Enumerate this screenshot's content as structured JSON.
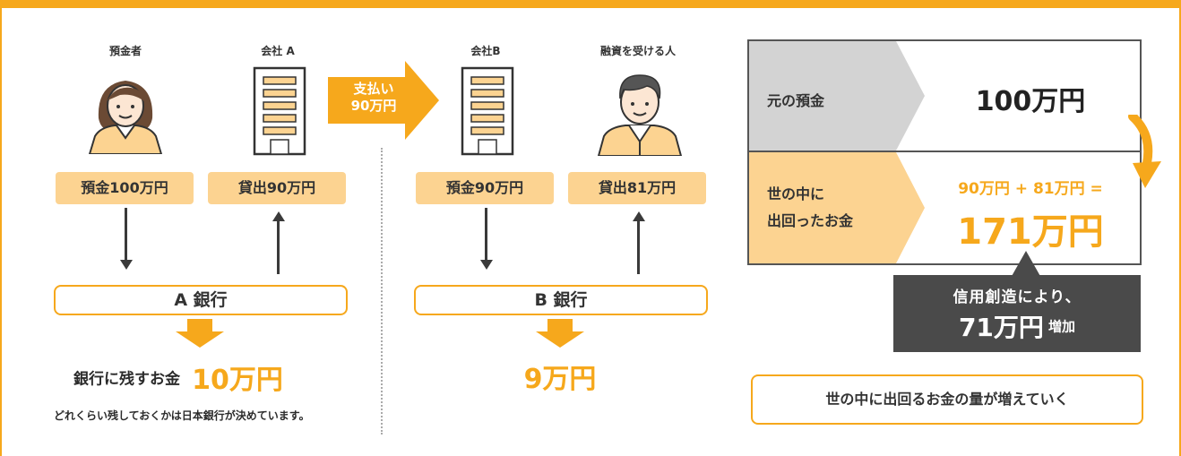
{
  "colors": {
    "accent": "#f6a81c",
    "pill": "#fcd391",
    "gray": "#d3d3d3",
    "dark": "#4a4a4a"
  },
  "left": {
    "people": [
      {
        "label": "預金者",
        "pill": "預金100万円",
        "icon": "woman-icon"
      },
      {
        "label": "会社 A",
        "pill": "貸出90万円",
        "icon": "building-icon"
      }
    ],
    "bank": "A 銀行",
    "remain_text": "銀行に残すお金",
    "remain_amount": "10万円",
    "note": "どれくらい残しておくかは日本銀行が決めています。"
  },
  "payment": {
    "line1": "支払い",
    "line2": "90万円"
  },
  "middle": {
    "people": [
      {
        "label": "会社B",
        "pill": "預金90万円",
        "icon": "building-icon"
      },
      {
        "label": "融資を受ける人",
        "pill": "貸出81万円",
        "icon": "man-icon"
      }
    ],
    "bank": "B 銀行",
    "remain_amount": "9万円"
  },
  "right": {
    "row1_label": "元の預金",
    "row1_value": "100万円",
    "row2_label_line1": "世の中に",
    "row2_label_line2": "出回ったお金",
    "row2_formula": "90万円 + 81万円 =",
    "row2_total": "171万円",
    "callout_line1": "信用創造により、",
    "callout_amount": "71万円",
    "callout_suffix": "増加",
    "summary": "世の中に出回るお金の量が増えていく"
  }
}
